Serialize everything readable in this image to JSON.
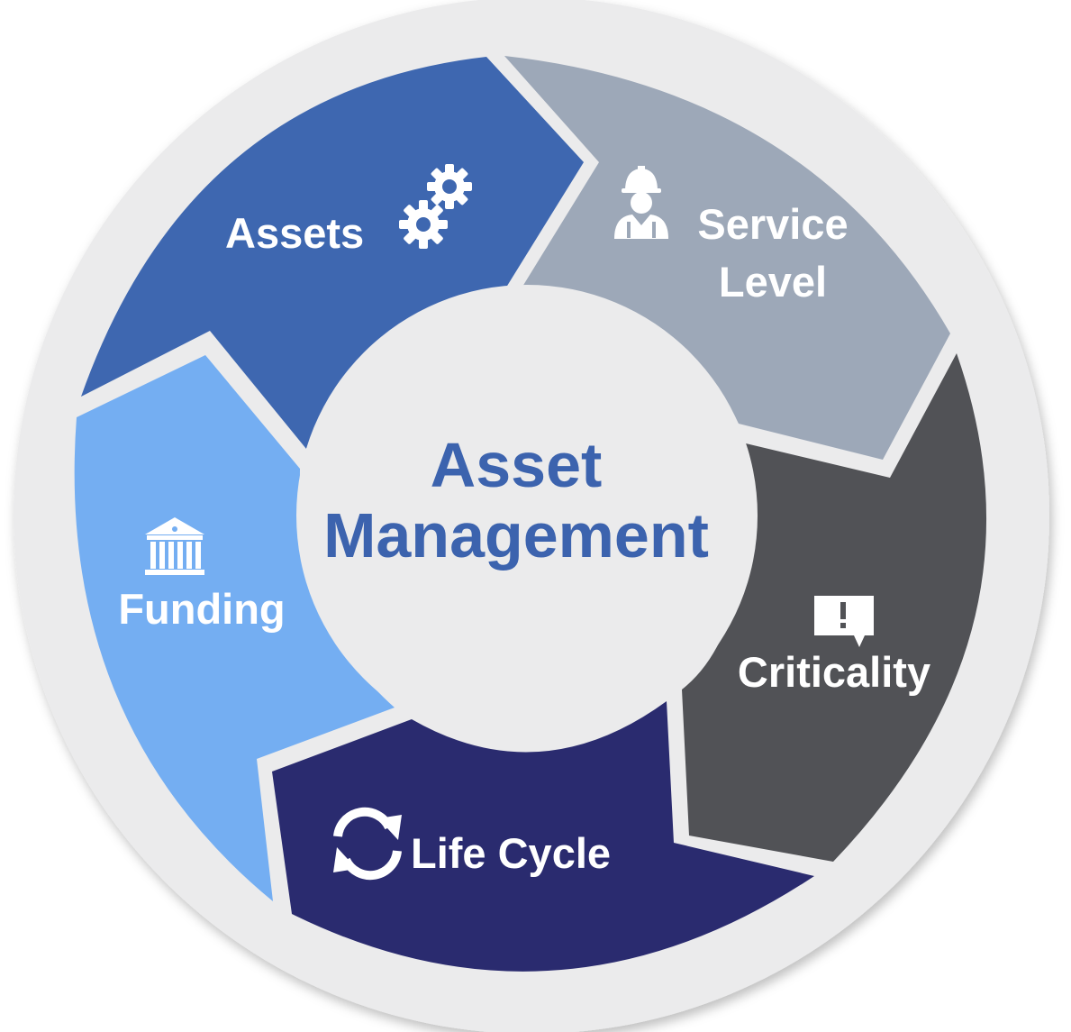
{
  "center": {
    "line1": "Asset",
    "line2": "Management",
    "color": "#3C63AE"
  },
  "segments": [
    {
      "id": "assets",
      "label": "Assets",
      "icon": "gears-icon",
      "color": "#3E67B0"
    },
    {
      "id": "service-level",
      "label_line1": "Service",
      "label_line2": "Level",
      "icon": "worker-icon",
      "color": "#9DA8B8"
    },
    {
      "id": "criticality",
      "label": "Criticality",
      "icon": "alert-message-icon",
      "color": "#515256"
    },
    {
      "id": "life-cycle",
      "label": "Life Cycle",
      "icon": "refresh-cycle-icon",
      "color": "#2A2B6F"
    },
    {
      "id": "funding",
      "label": "Funding",
      "icon": "bank-icon",
      "color": "#74AEF2"
    }
  ],
  "ring_color": "#EBEBEC"
}
